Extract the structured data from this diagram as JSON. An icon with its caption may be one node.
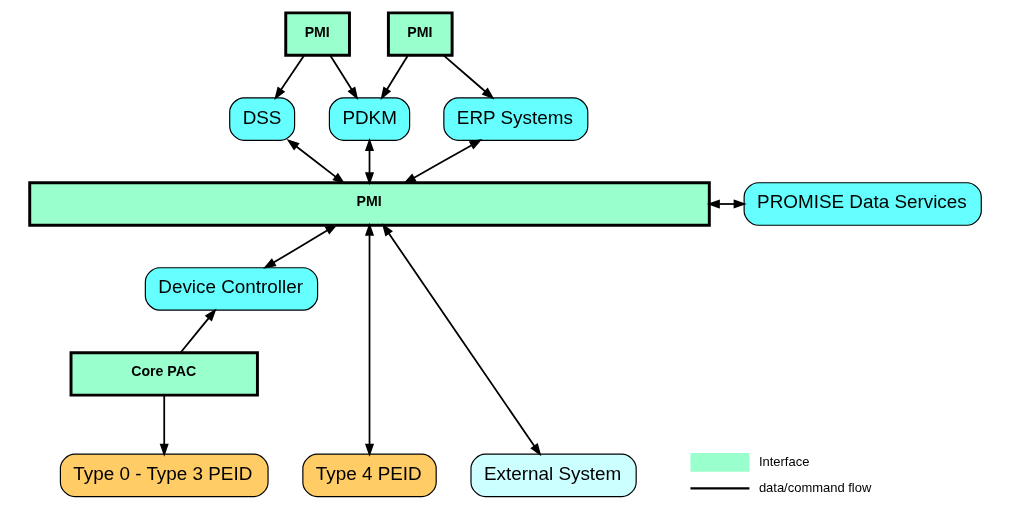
{
  "diagram": {
    "nodes": [
      {
        "text": [
          "DSS"
        ]
      },
      {
        "text": [
          "PMI"
        ]
      },
      {
        "text": [
          "PDKM"
        ]
      },
      {
        "text": [
          "PMI"
        ]
      },
      {
        "text": [
          "ERP Systems"
        ]
      },
      {
        "text": [
          "PMI"
        ]
      },
      {
        "text": [
          "PROMISE Data Services"
        ]
      },
      {
        "text": [
          "Device Controller"
        ]
      },
      {
        "text": [
          "Core PAC"
        ]
      },
      {
        "text": [
          "Type 0 - Type 3 PEID"
        ]
      },
      {
        "text": [
          "Type 4 PEID"
        ]
      },
      {
        "text": [
          "External System"
        ]
      }
    ],
    "edges": [
      {
        "from": 1,
        "to": 0,
        "arrow": "to"
      },
      {
        "from": 1,
        "to": 2,
        "arrow": "to"
      },
      {
        "from": 3,
        "to": 2,
        "arrow": "to"
      },
      {
        "from": 3,
        "to": 4,
        "arrow": "to"
      },
      {
        "from": 0,
        "to": 5,
        "arrow": "both"
      },
      {
        "from": 2,
        "to": 5,
        "arrow": "both"
      },
      {
        "from": 4,
        "to": 5,
        "arrow": "both"
      },
      {
        "from": 5,
        "to": 6,
        "arrow": "both"
      },
      {
        "from": 5,
        "to": 7,
        "arrow": "both"
      },
      {
        "from": 8,
        "to": 7,
        "arrow": "to"
      },
      {
        "from": 8,
        "to": 9,
        "arrow": "to"
      },
      {
        "from": 5,
        "to": 10,
        "arrow": "both"
      },
      {
        "from": 5,
        "to": 11,
        "arrow": "both"
      }
    ],
    "legend": [
      {
        "text": "Interface",
        "color": "#99ffcc"
      },
      {
        "text": "data/command flow"
      }
    ]
  }
}
